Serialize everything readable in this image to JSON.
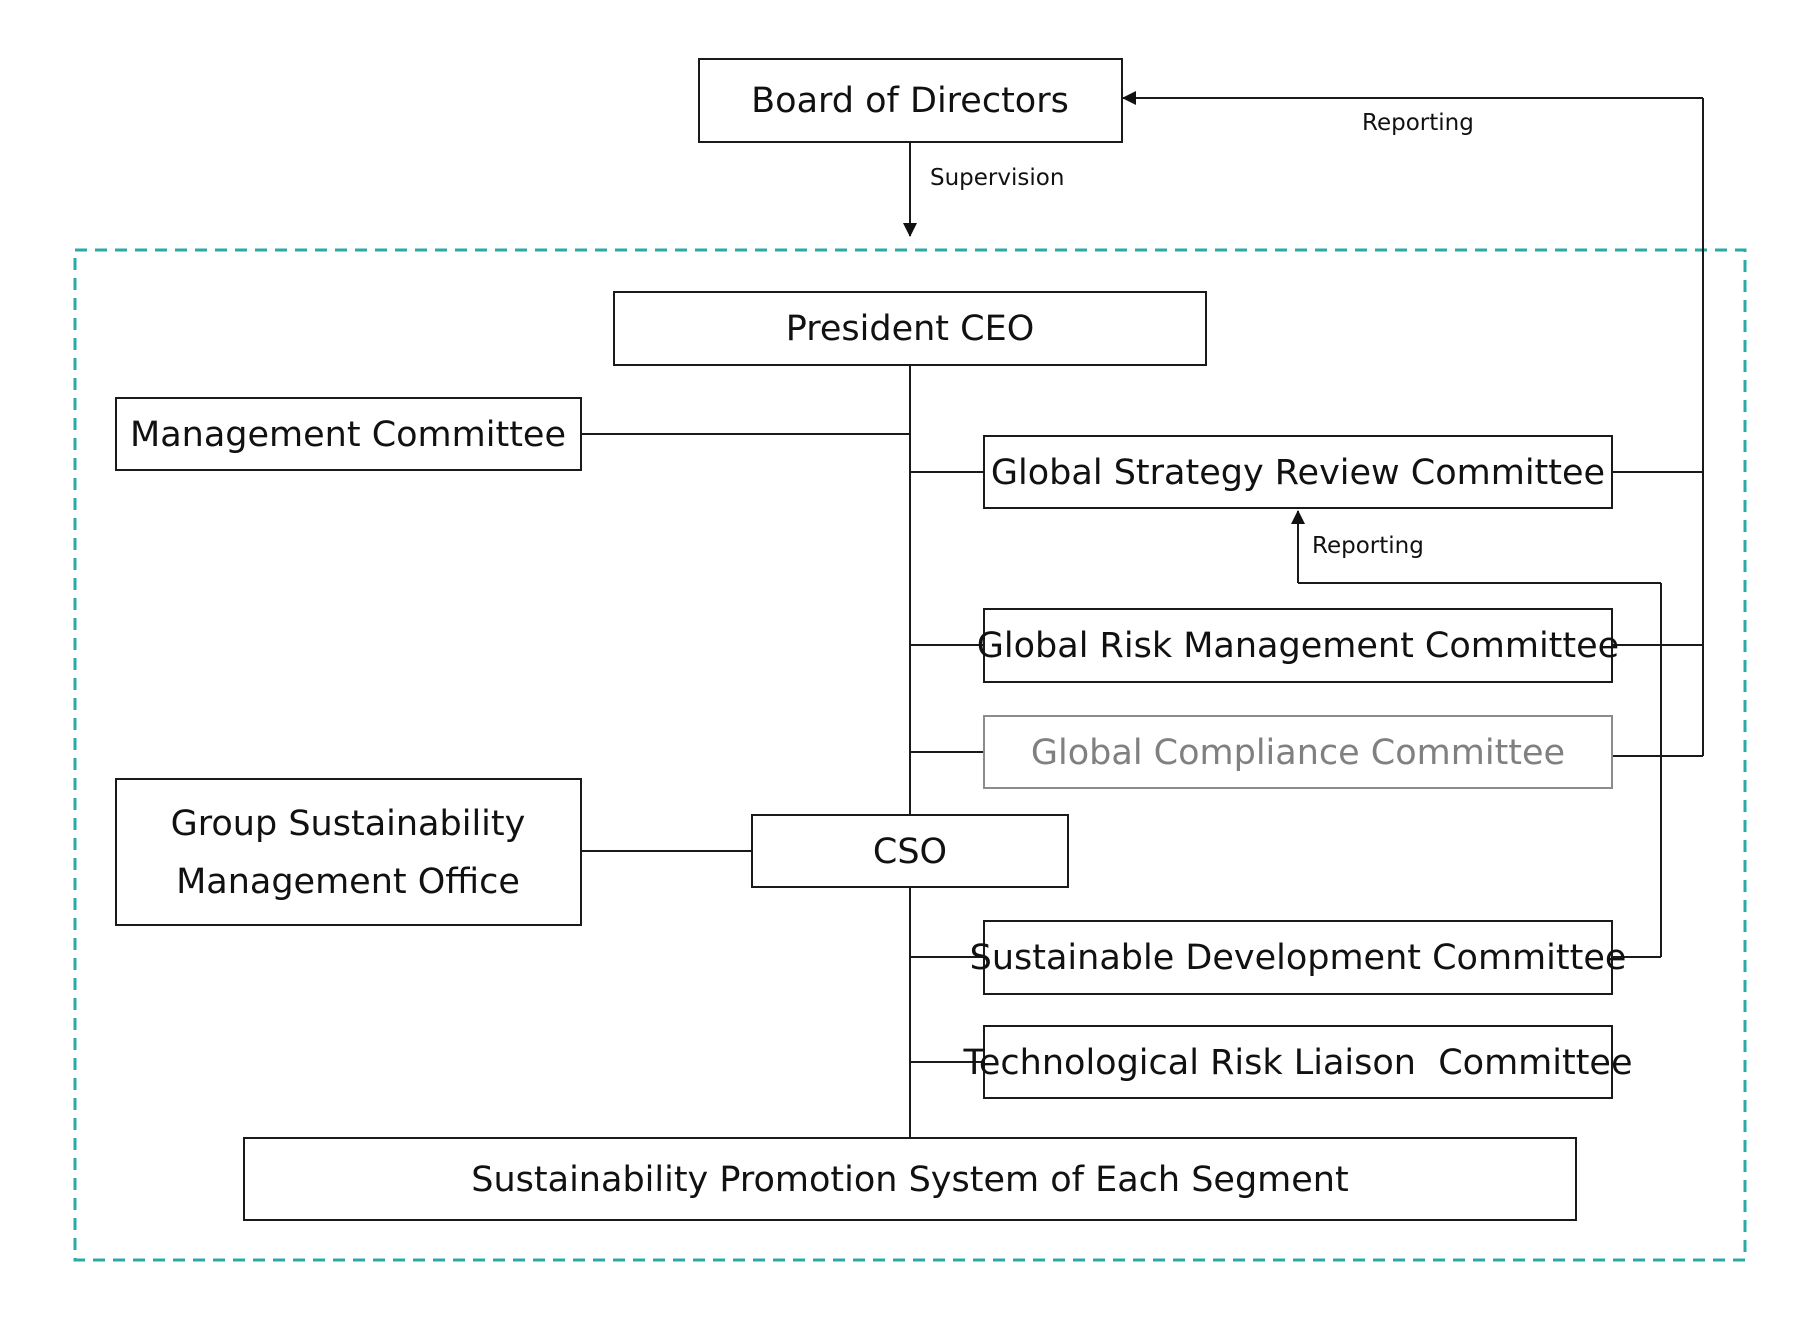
{
  "diagram": {
    "nodes": {
      "board": {
        "label": "Board of Directors"
      },
      "president": {
        "label": "President CEO"
      },
      "management": {
        "label": "Management Committee"
      },
      "gsrc": {
        "label": "Global Strategy Review Committee"
      },
      "grmc": {
        "label": "Global Risk Management Committee"
      },
      "gcc": {
        "label": "Global Compliance Committee"
      },
      "gsmo": {
        "line1": "Group Sustainability",
        "line2": "Management Office"
      },
      "cso": {
        "label": "CSO"
      },
      "sdc": {
        "label": "Sustainable Development Committee"
      },
      "trlc": {
        "label": "Technological Risk Liaison  Committee"
      },
      "spses": {
        "label": "Sustainability Promotion System of Each Segment"
      }
    },
    "edge_labels": {
      "supervision": "Supervision",
      "reporting_top": "Reporting",
      "reporting_middle": "Reporting"
    },
    "colors": {
      "boundary": "#2aa9a5",
      "box_stroke": "#1a1a1a",
      "muted_text": "#808080"
    },
    "icons": {
      "arrowhead": "arrowhead-icon"
    }
  }
}
